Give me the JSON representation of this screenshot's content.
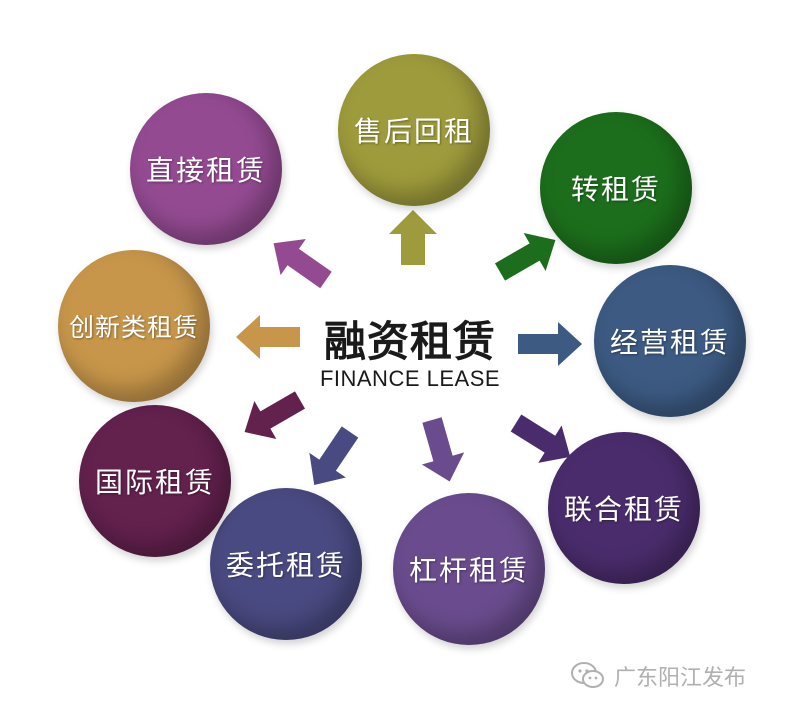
{
  "center": {
    "title": "融资租赁",
    "subtitle": "FINANCE LEASE"
  },
  "nodes": [
    {
      "id": "shouhou-huizu",
      "label": "售后回租",
      "color": "#9e9b3c"
    },
    {
      "id": "zhuan-zulin",
      "label": "转租赁",
      "color": "#1c6e1c"
    },
    {
      "id": "jingying-zulin",
      "label": "经营租赁",
      "color": "#3c5a82"
    },
    {
      "id": "lianhe-zulin",
      "label": "联合租赁",
      "color": "#4a2c6c"
    },
    {
      "id": "ganggan-zulin",
      "label": "杠杆租赁",
      "color": "#6a4c8e"
    },
    {
      "id": "weituo-zulin",
      "label": "委托租赁",
      "color": "#4a4a82"
    },
    {
      "id": "guoji-zulin",
      "label": "国际租赁",
      "color": "#63214e"
    },
    {
      "id": "chuangxinlei-zulin",
      "label": "创新类租赁",
      "color": "#c7964a"
    },
    {
      "id": "zhijie-zulin",
      "label": "直接租赁",
      "color": "#934a91"
    }
  ],
  "watermark": {
    "text": "广东阳江发布",
    "icon": "wechat-icon"
  }
}
